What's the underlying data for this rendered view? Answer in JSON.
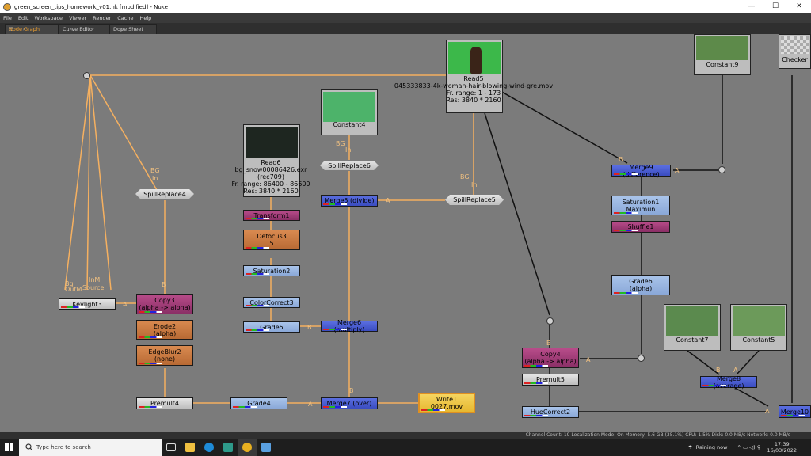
{
  "window": {
    "title": "green_screen_tips_homework_v01.nk [modified] - Nuke",
    "minimize": "—",
    "maximize": "☐",
    "close": "✕"
  },
  "menu": [
    "File",
    "Edit",
    "Workspace",
    "Viewer",
    "Render",
    "Cache",
    "Help"
  ],
  "tabs": [
    {
      "label": "Node Graph",
      "close": "✕"
    },
    {
      "label": "Curve Editor",
      "close": "✕"
    },
    {
      "label": "Dope Sheet",
      "close": "✕"
    }
  ],
  "nodes": {
    "read5": {
      "name": "Read5",
      "file": "045333833-4k-woman-hair-blowing-wind-gre.mov",
      "range": "Fr. range: 1 - 173",
      "res": "Res: 3840 * 2160"
    },
    "read6": {
      "name": "Read6",
      "file": "bg_snow00086426.exr",
      "cs": "(rec709)",
      "range": "Fr. range: 86400 - 86600",
      "res": "Res: 3840 * 2160"
    },
    "constant4": "Constant4",
    "constant9": "Constant9",
    "constant7": "Constant7",
    "constant5": "Constant5",
    "checker": "Checker",
    "spillreplace4": "SpillReplace4",
    "spillreplace5": "SpillReplace5",
    "spillreplace6": "SpillReplace6",
    "keylight3": "Keylight3",
    "copy3_a": "Copy3",
    "copy3_b": "(alpha -> alpha)",
    "erode2_a": "Erode2",
    "erode2_b": "(alpha)",
    "edgeblur2_a": "EdgeBlur2",
    "edgeblur2_b": "(none)",
    "premult4": "Premult4",
    "grade4": "Grade4",
    "transform1": "Transform1",
    "defocus3_a": "Defocus3",
    "defocus3_b": "5",
    "saturation2": "Saturation2",
    "colorcorrect3": "ColorCorrect3",
    "grade5": "Grade5",
    "merge5": "Merge5 (divide)",
    "merge6": "Merge6 (multiply)",
    "merge7": "Merge7 (over)",
    "write1_a": "Write1",
    "write1_b": "0027.mov",
    "merge9": "Merge9 (difference)",
    "saturation1_a": "Saturation1",
    "saturation1_b": "Maximun",
    "shuffle1": "Shuffle1",
    "grade6_a": "Grade6",
    "grade6_b": "(alpha)",
    "copy4_a": "Copy4",
    "copy4_b": "(alpha -> alpha)",
    "premult5": "Premult5",
    "huecorrect2": "HueCorrect2",
    "merge8": "Merge8 (average)",
    "merge10": "Merge10"
  },
  "pipes": {
    "bg": "BG",
    "in": "In",
    "b": "B",
    "a": "A",
    "bg_small": "Bg",
    "outm": "OutM",
    "inm": "InM",
    "source": "Source"
  },
  "statusbar": "Channel Count: 19  Localization Mode: On  Memory: 5.6 GB (35.1%)  CPU: 1.5%  Disk: 0.0 MB/s  Network: 0.0 MB/s",
  "taskbar": {
    "search_placeholder": "Type here to search",
    "weather": "Raining now",
    "time": "17:39",
    "date": "16/03/2022"
  },
  "colors": {
    "accent": "#f0a030",
    "pipe": "#f5b060",
    "graph_bg": "#7b7b7b"
  }
}
